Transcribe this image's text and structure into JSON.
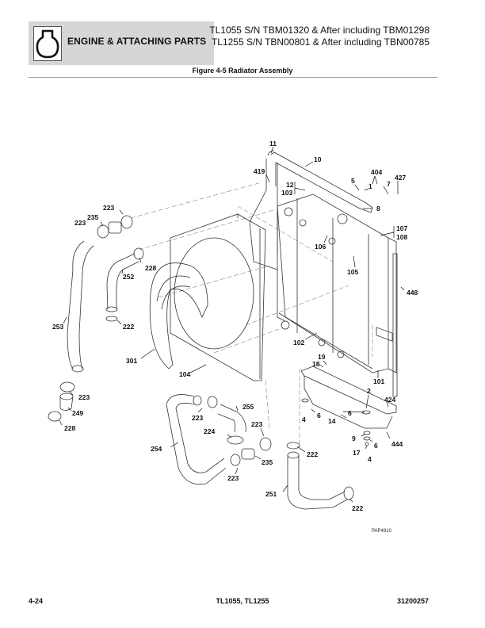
{
  "header": {
    "section_icon": "engine-block-icon",
    "section_title": "ENGINE & ATTACHING PARTS",
    "applicability": [
      "TL1055 S/N TBM01320 & After including TBM01298",
      "TL1255 S/N TBN00801 & After including TBN00785"
    ]
  },
  "figure": {
    "title": "Figure 4-5 Radiator Assembly",
    "drawing_code": "PAP4910",
    "callouts": [
      {
        "id": "c11",
        "text": "11"
      },
      {
        "id": "c10",
        "text": "10"
      },
      {
        "id": "c419",
        "text": "419"
      },
      {
        "id": "c12",
        "text": "12"
      },
      {
        "id": "c103",
        "text": "103"
      },
      {
        "id": "c5",
        "text": "5"
      },
      {
        "id": "c1",
        "text": "1"
      },
      {
        "id": "c404",
        "text": "404"
      },
      {
        "id": "c427",
        "text": "427"
      },
      {
        "id": "c7",
        "text": "7"
      },
      {
        "id": "c8",
        "text": "8"
      },
      {
        "id": "c107",
        "text": "107"
      },
      {
        "id": "c108",
        "text": "108"
      },
      {
        "id": "c106",
        "text": "106"
      },
      {
        "id": "c105",
        "text": "105"
      },
      {
        "id": "c448",
        "text": "448"
      },
      {
        "id": "c102",
        "text": "102"
      },
      {
        "id": "c19",
        "text": "19"
      },
      {
        "id": "c18",
        "text": "18"
      },
      {
        "id": "c101",
        "text": "101"
      },
      {
        "id": "c2",
        "text": "2"
      },
      {
        "id": "c424",
        "text": "424"
      },
      {
        "id": "c6a",
        "text": "6"
      },
      {
        "id": "c4a",
        "text": "4"
      },
      {
        "id": "c14",
        "text": "14"
      },
      {
        "id": "c6b",
        "text": "6"
      },
      {
        "id": "c9",
        "text": "9"
      },
      {
        "id": "c6c",
        "text": "6"
      },
      {
        "id": "c444",
        "text": "444"
      },
      {
        "id": "c17",
        "text": "17"
      },
      {
        "id": "c4b",
        "text": "4"
      },
      {
        "id": "c223a",
        "text": "223"
      },
      {
        "id": "c235a",
        "text": "235"
      },
      {
        "id": "c223b",
        "text": "223"
      },
      {
        "id": "c228a",
        "text": "228"
      },
      {
        "id": "c252",
        "text": "252"
      },
      {
        "id": "c253",
        "text": "253"
      },
      {
        "id": "c222a",
        "text": "222"
      },
      {
        "id": "c301",
        "text": "301"
      },
      {
        "id": "c104",
        "text": "104"
      },
      {
        "id": "c223c",
        "text": "223"
      },
      {
        "id": "c249",
        "text": "249"
      },
      {
        "id": "c228b",
        "text": "228"
      },
      {
        "id": "c223d",
        "text": "223"
      },
      {
        "id": "c255",
        "text": "255"
      },
      {
        "id": "c224",
        "text": "224"
      },
      {
        "id": "c223e",
        "text": "223"
      },
      {
        "id": "c254",
        "text": "254"
      },
      {
        "id": "c235b",
        "text": "235"
      },
      {
        "id": "c223f",
        "text": "223"
      },
      {
        "id": "c222b",
        "text": "222"
      },
      {
        "id": "c251",
        "text": "251"
      },
      {
        "id": "c222c",
        "text": "222"
      }
    ]
  },
  "footer": {
    "page_number": "4-24",
    "models": "TL1055, TL1255",
    "manual_number": "31200257"
  }
}
